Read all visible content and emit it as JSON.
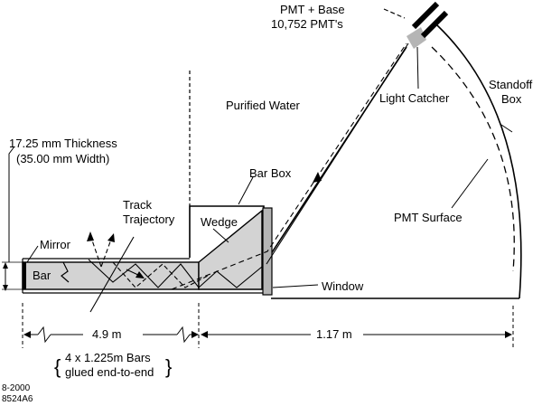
{
  "labels": {
    "pmt_base": "PMT + Base",
    "pmt_count": "10,752 PMT's",
    "purified_water": "Purified Water",
    "light_catcher": "Light Catcher",
    "standoff_box_1": "Standoff",
    "standoff_box_2": "Box",
    "thickness": "17.25 mm Thickness",
    "width": "(35.00 mm Width)",
    "bar_box": "Bar Box",
    "track_1": "Track",
    "track_2": "Trajectory",
    "wedge": "Wedge",
    "pmt_surface": "PMT Surface",
    "mirror": "Mirror",
    "bar": "Bar",
    "window": "Window",
    "length_bars": "4.9 m",
    "length_standoff": "1.17 m",
    "bars_note_1": "4 x 1.225m Bars",
    "bars_note_2": "glued end-to-end",
    "code_1": "8-2000",
    "code_2": "8524A6"
  },
  "colors": {
    "fill_gray": "#d3d3d3",
    "window_gray": "#b5b5b5",
    "line": "#000000"
  }
}
